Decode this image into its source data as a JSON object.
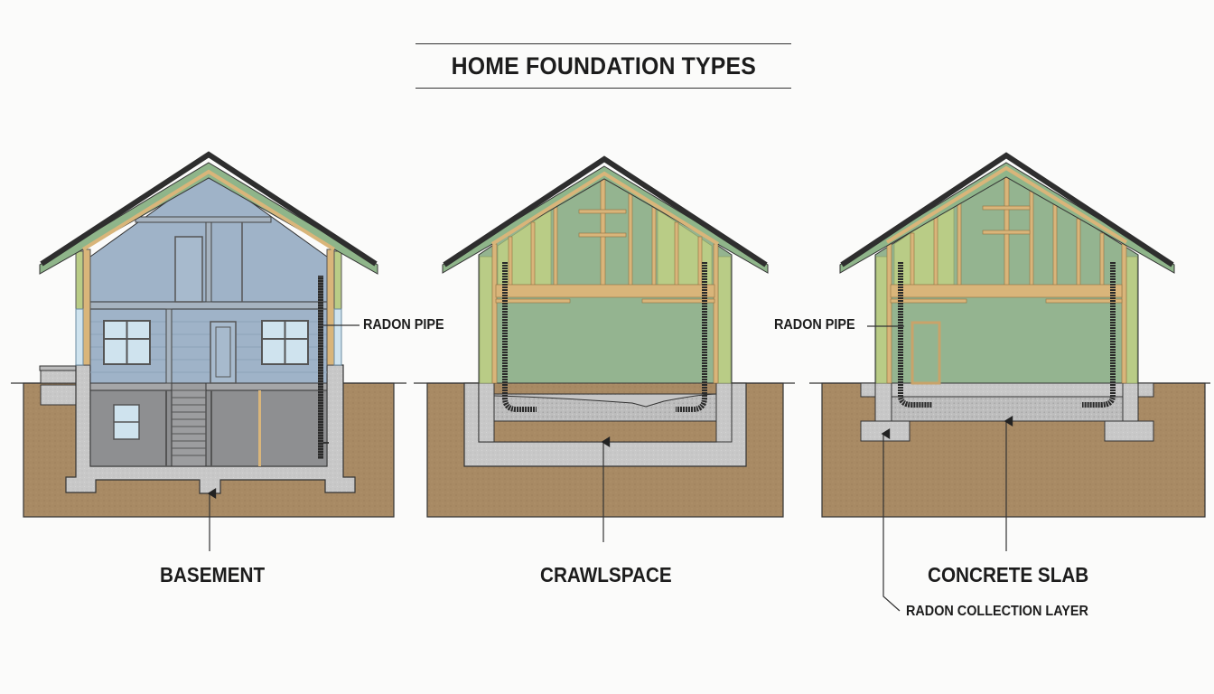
{
  "title": "HOME FOUNDATION TYPES",
  "colors": {
    "background": "#fbfbfa",
    "roof": "#2e2e2e",
    "roof_fascia": "#8fb58a",
    "wood_framing": "#d9b57a",
    "insulation": "#b9cc86",
    "interior_green": "#94b490",
    "siding_blue": "#9fb3c8",
    "basement_gray": "#8e8f91",
    "concrete": "#c9c9c9",
    "soil": "#a88a64",
    "radon_pipe": "#2a2a2a",
    "window_glass": "#cfe3ee",
    "leader_line": "#333333"
  },
  "panels": [
    {
      "id": "basement",
      "label": "BASEMENT",
      "callouts": [
        {
          "text": "RADON PIPE",
          "side": "right"
        }
      ]
    },
    {
      "id": "crawlspace",
      "label": "CRAWLSPACE",
      "callouts": []
    },
    {
      "id": "concrete-slab",
      "label": "CONCRETE SLAB",
      "callouts": [
        {
          "text": "RADON PIPE",
          "side": "left"
        },
        {
          "text": "RADON COLLECTION LAYER",
          "side": "bottom"
        }
      ]
    }
  ]
}
